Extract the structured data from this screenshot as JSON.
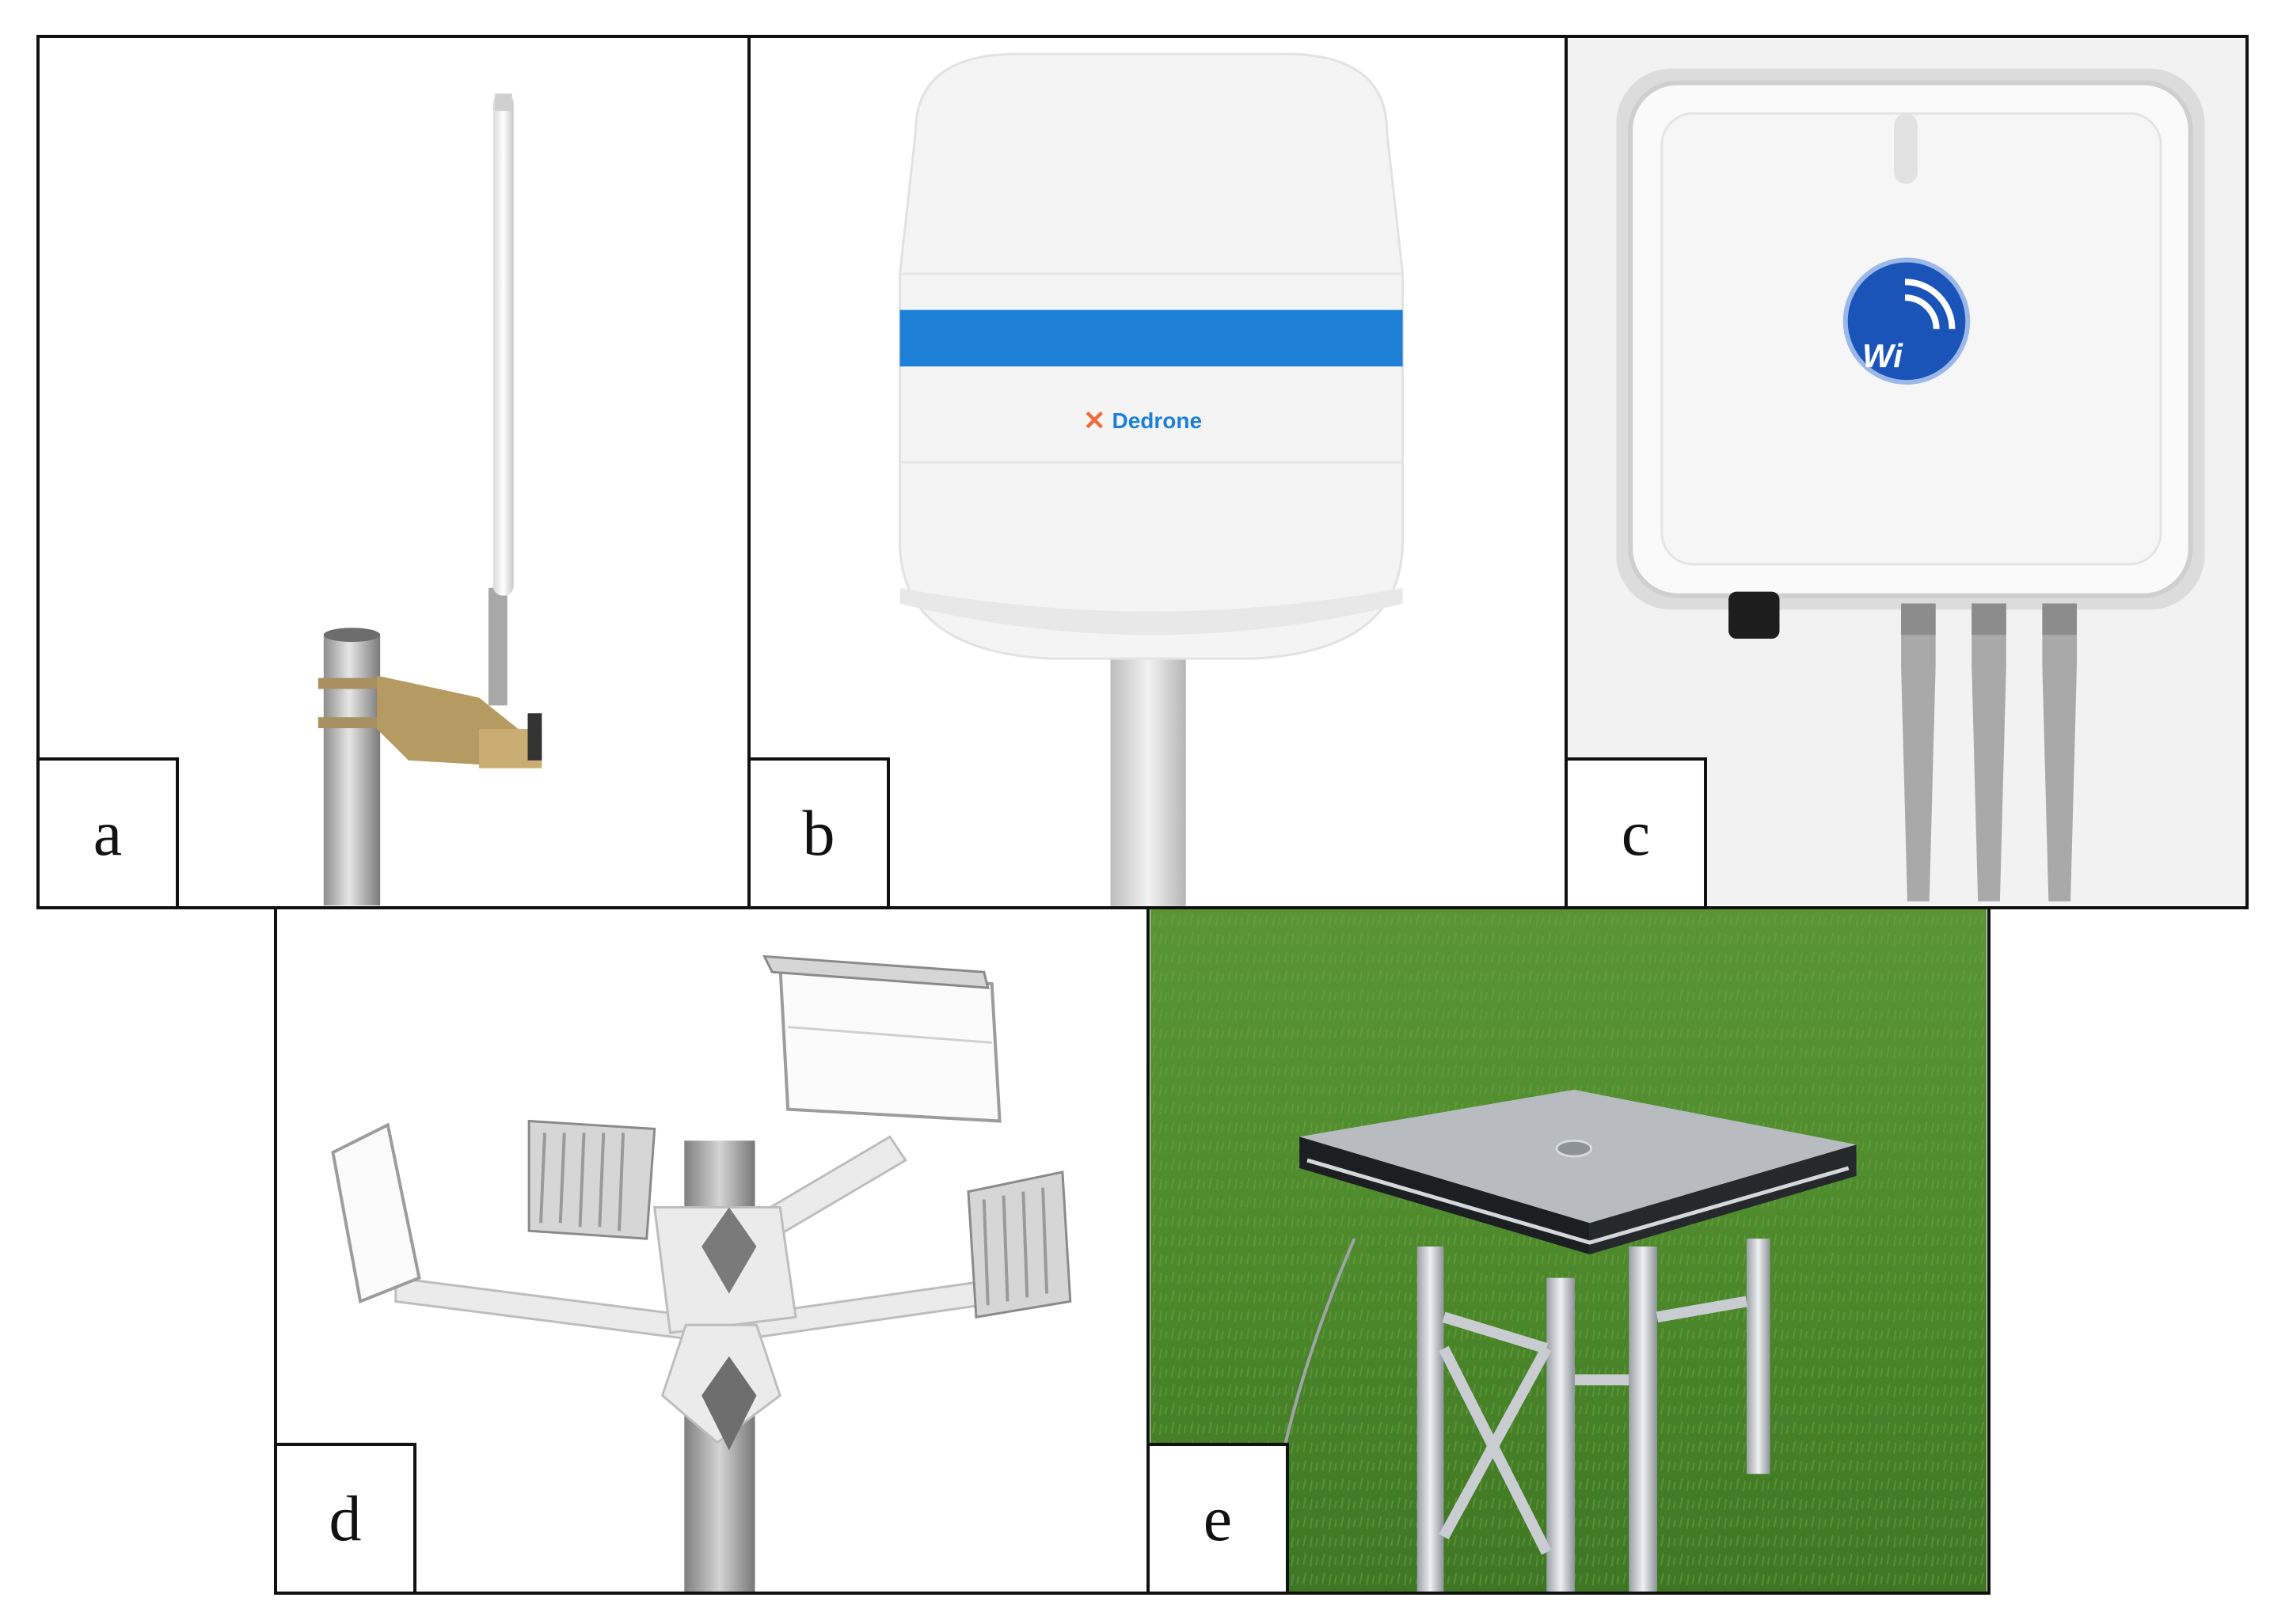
{
  "figure": {
    "panels": [
      {
        "id": "a",
        "label": "a",
        "icon": "omni-antenna-icon"
      },
      {
        "id": "b",
        "label": "b",
        "icon": "dome-sensor-icon",
        "logo_text": "Dedrone",
        "accent": "#1e7fd6"
      },
      {
        "id": "c",
        "label": "c",
        "icon": "wifi-sensor-icon",
        "logo_text": "Wi",
        "accent": "#1b54b8"
      },
      {
        "id": "d",
        "label": "d",
        "icon": "panel-antenna-array-icon"
      },
      {
        "id": "e",
        "label": "e",
        "icon": "truss-platform-icon",
        "accent": "#4e8a2c"
      }
    ]
  }
}
